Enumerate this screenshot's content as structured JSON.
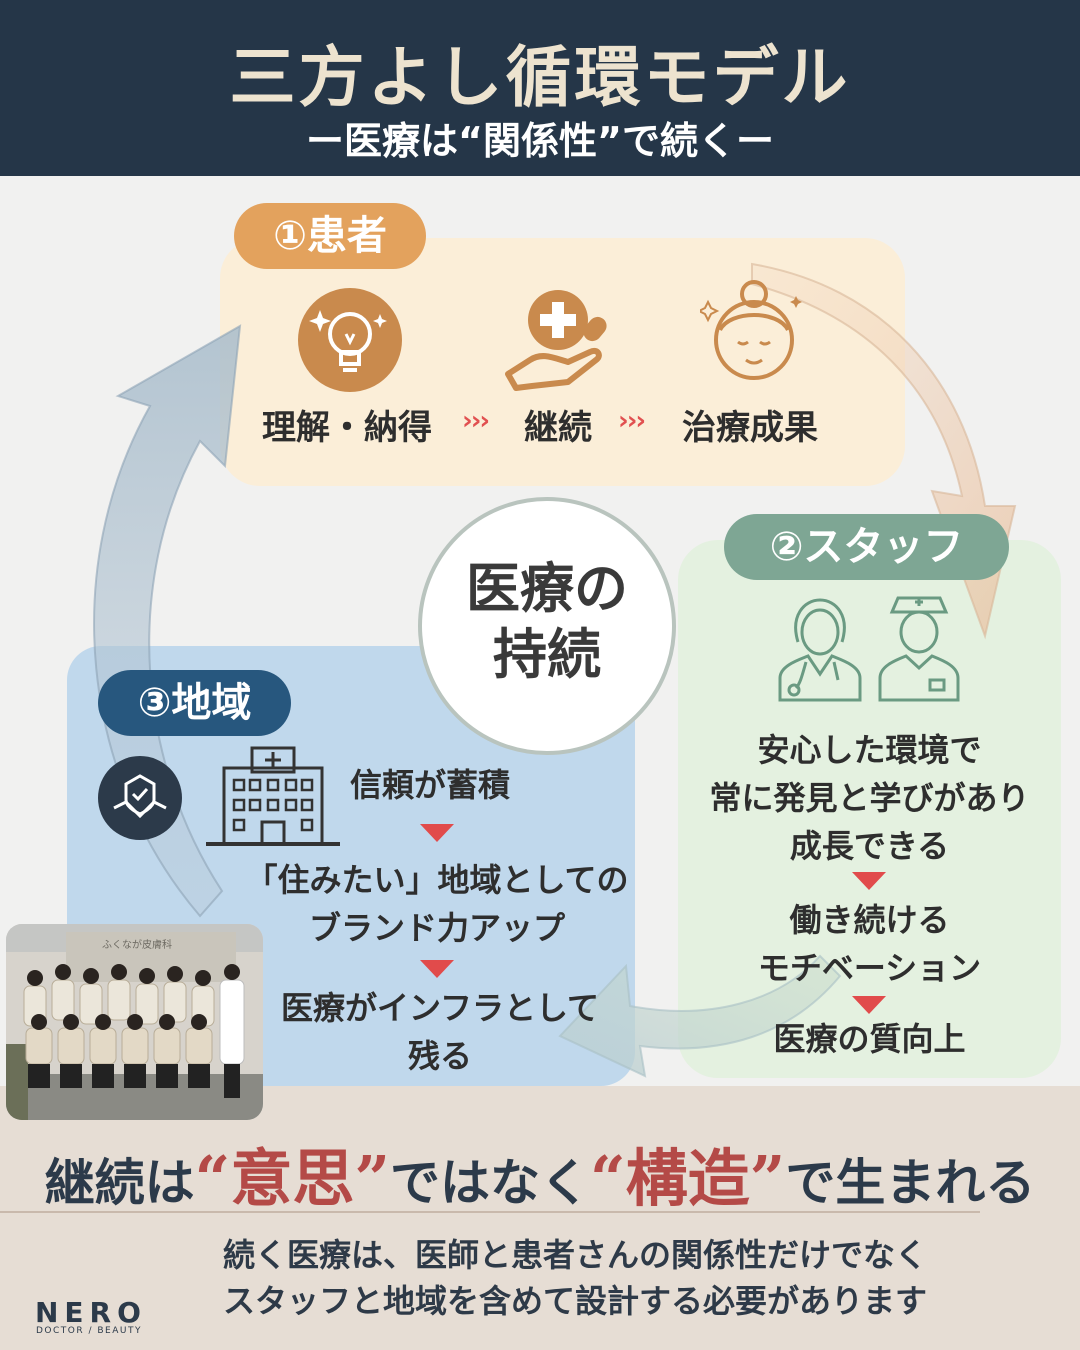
{
  "header": {
    "title": "三方よし循環モデル",
    "subtitle": "ー医療は“関係性”で続くー"
  },
  "patient": {
    "label": "①患者",
    "steps": [
      "理解・納得",
      "継続",
      "治療成果"
    ],
    "arrow": "›››"
  },
  "staff": {
    "label": "②スタッフ",
    "text1": [
      "安心した環境で",
      "常に発見と学びがあり",
      "成長できる"
    ],
    "text2": [
      "働き続ける",
      "モチベーション"
    ],
    "text3": "医療の質向上"
  },
  "region": {
    "label": "③地域",
    "text1": "信頼が蓄積",
    "text2": [
      "「住みたい」地域としての",
      "ブランド力アップ"
    ],
    "text3": [
      "医療がインフラとして",
      "残る"
    ],
    "photo_sign": "ふくなが皮膚科"
  },
  "center": {
    "lines": [
      "医療の",
      "持続"
    ]
  },
  "bottom": {
    "headline_a": "継続は",
    "headline_q1": "“意思”",
    "headline_b": "ではなく",
    "headline_q2": "“構造”",
    "headline_c": "で生まれる",
    "desc": [
      "続く医療は、医師と患者さんの関係性だけでなく",
      "スタッフと地域を含めて設計する必要があります"
    ],
    "logo": "NERO",
    "logo_sub": "DOCTOR / BEAUTY"
  },
  "colors": {
    "header_bg": "#253648",
    "patient_accent": "#e3a25d",
    "staff_accent": "#7ea694",
    "region_accent": "#27577e",
    "emphasis": "#b44a47",
    "arrow_red": "#e14b4b"
  }
}
